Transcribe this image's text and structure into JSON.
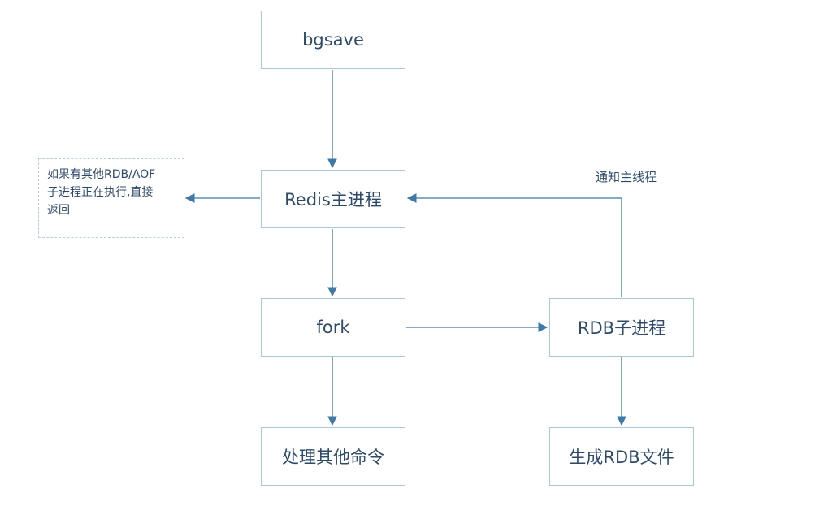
{
  "nodes": {
    "bgsave": "bgsave",
    "redis_main": "Redis主进程",
    "fork": "fork",
    "handle_other": "处理其他命令",
    "rdb_child": "RDB子进程",
    "generate_rdb": "生成RDB文件"
  },
  "note": {
    "line1": "如果有其他RDB/AOF",
    "line2": "子进程正在执行,直接",
    "line3": "返回"
  },
  "edge_label": "通知主线程",
  "colors": {
    "stroke": "#3e79a8",
    "border": "#a9c8de",
    "text": "#2e4a6a"
  }
}
